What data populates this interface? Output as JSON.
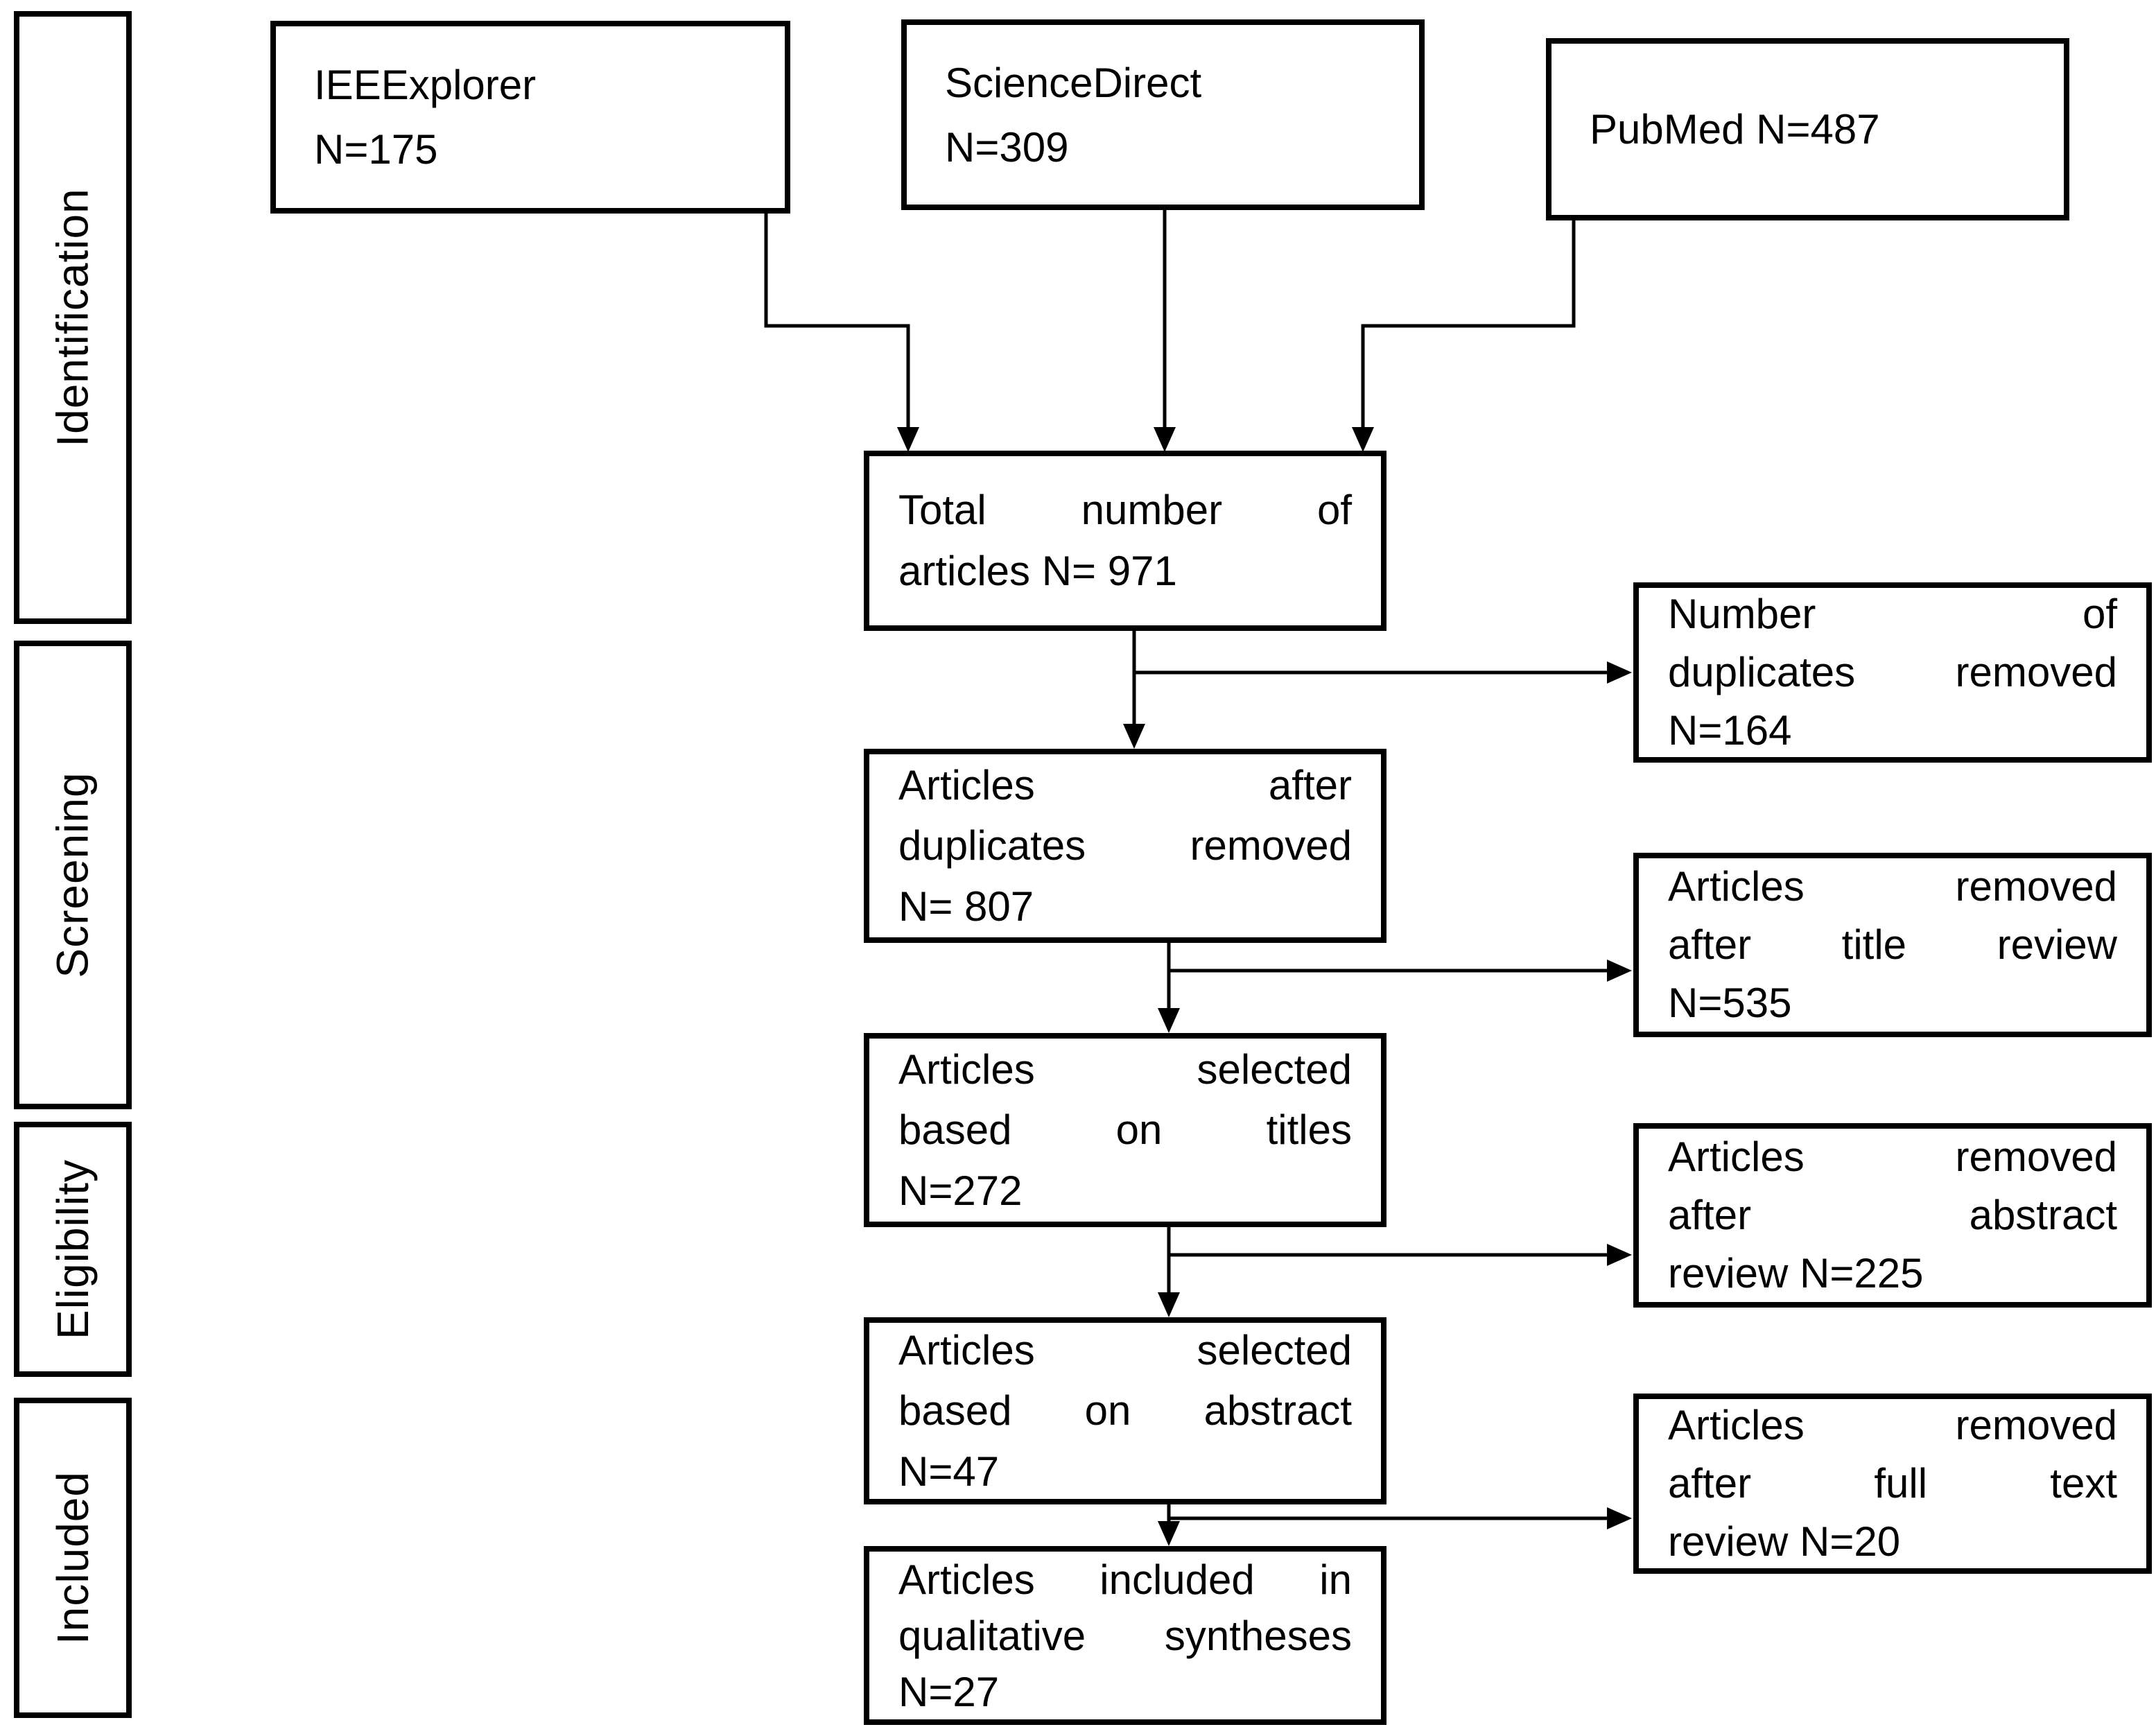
{
  "page": {
    "background_color": "#ffffff",
    "line_color": "#000000",
    "diagram_type": "prisma-literature-review-flow"
  },
  "sidebar": {
    "items": [
      {
        "label": "Identification"
      },
      {
        "label": "Screening"
      },
      {
        "label": "Eligibility"
      },
      {
        "label": "Included"
      }
    ]
  },
  "boxes": {
    "ieee": {
      "lines": [
        "IEEExplorer",
        "N=175"
      ],
      "n": 175
    },
    "sciencedirect": {
      "lines": [
        "ScienceDirect",
        "N=309"
      ],
      "n": 309
    },
    "pubmed": {
      "lines": [
        "PubMed N=487"
      ],
      "n": 487
    },
    "total": {
      "lines": [
        "Total number of",
        "articles N= 971"
      ],
      "n": 971
    },
    "after_duplicates": {
      "lines": [
        "Articles after",
        "duplicates removed",
        "N= 807"
      ],
      "n": 807
    },
    "selected_titles": {
      "lines": [
        "Articles selected",
        "based on titles",
        "N=272"
      ],
      "n": 272
    },
    "selected_abstract": {
      "lines": [
        "Articles selected",
        "based on abstract",
        "N=47"
      ],
      "n": 47
    },
    "included_qualitative": {
      "lines": [
        "Articles included in",
        "qualitative syntheses",
        "N=27"
      ],
      "n": 27
    },
    "duplicates_removed": {
      "lines": [
        "Number of",
        "duplicates removed",
        "N=164"
      ],
      "n": 164
    },
    "removed_title_review": {
      "lines": [
        "Articles removed",
        "after title review",
        "N=535"
      ],
      "n": 535
    },
    "removed_abstract_review": {
      "lines": [
        "Articles removed",
        "after abstract",
        "review N=225"
      ],
      "n": 225
    },
    "removed_fulltext_review": {
      "lines": [
        "Articles removed",
        "after full text",
        "review N=20"
      ],
      "n": 20
    }
  }
}
